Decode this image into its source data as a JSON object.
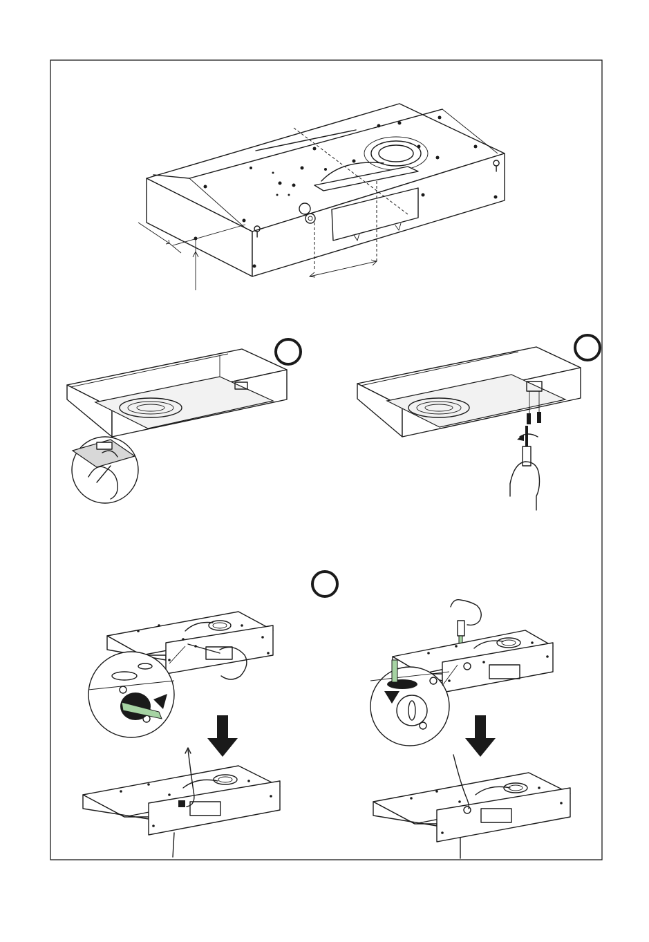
{
  "colors": {
    "line": "#1a1a1a",
    "background": "#ffffff",
    "highlight_green": "#a6d3a3"
  },
  "icons": [
    "step-marker-circle",
    "down-arrow",
    "screwdriver",
    "hand",
    "power-cord"
  ]
}
